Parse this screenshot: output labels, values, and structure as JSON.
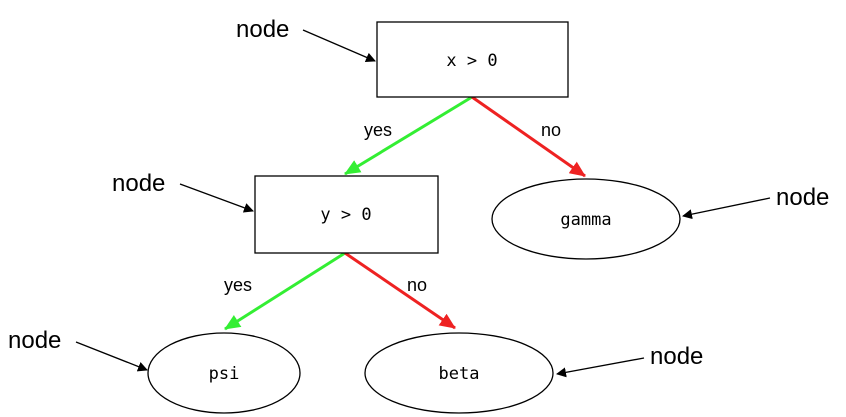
{
  "colors": {
    "yes_edge": "#33ee33",
    "no_edge": "#ee2222",
    "stroke": "#000000",
    "background": "#ffffff"
  },
  "nodes": {
    "root": {
      "shape": "rectangle",
      "label": "x > 0"
    },
    "inner": {
      "shape": "rectangle",
      "label": "y > 0"
    },
    "gamma": {
      "shape": "ellipse",
      "label": "gamma"
    },
    "psi": {
      "shape": "ellipse",
      "label": "psi"
    },
    "beta": {
      "shape": "ellipse",
      "label": "beta"
    }
  },
  "edges": {
    "root_yes": {
      "from": "root",
      "to": "inner",
      "label": "yes"
    },
    "root_no": {
      "from": "root",
      "to": "gamma",
      "label": "no"
    },
    "inner_yes": {
      "from": "inner",
      "to": "psi",
      "label": "yes"
    },
    "inner_no": {
      "from": "inner",
      "to": "beta",
      "label": "no"
    }
  },
  "callouts": {
    "root": "node",
    "inner": "node",
    "gamma": "node",
    "psi": "node",
    "beta": "node"
  }
}
